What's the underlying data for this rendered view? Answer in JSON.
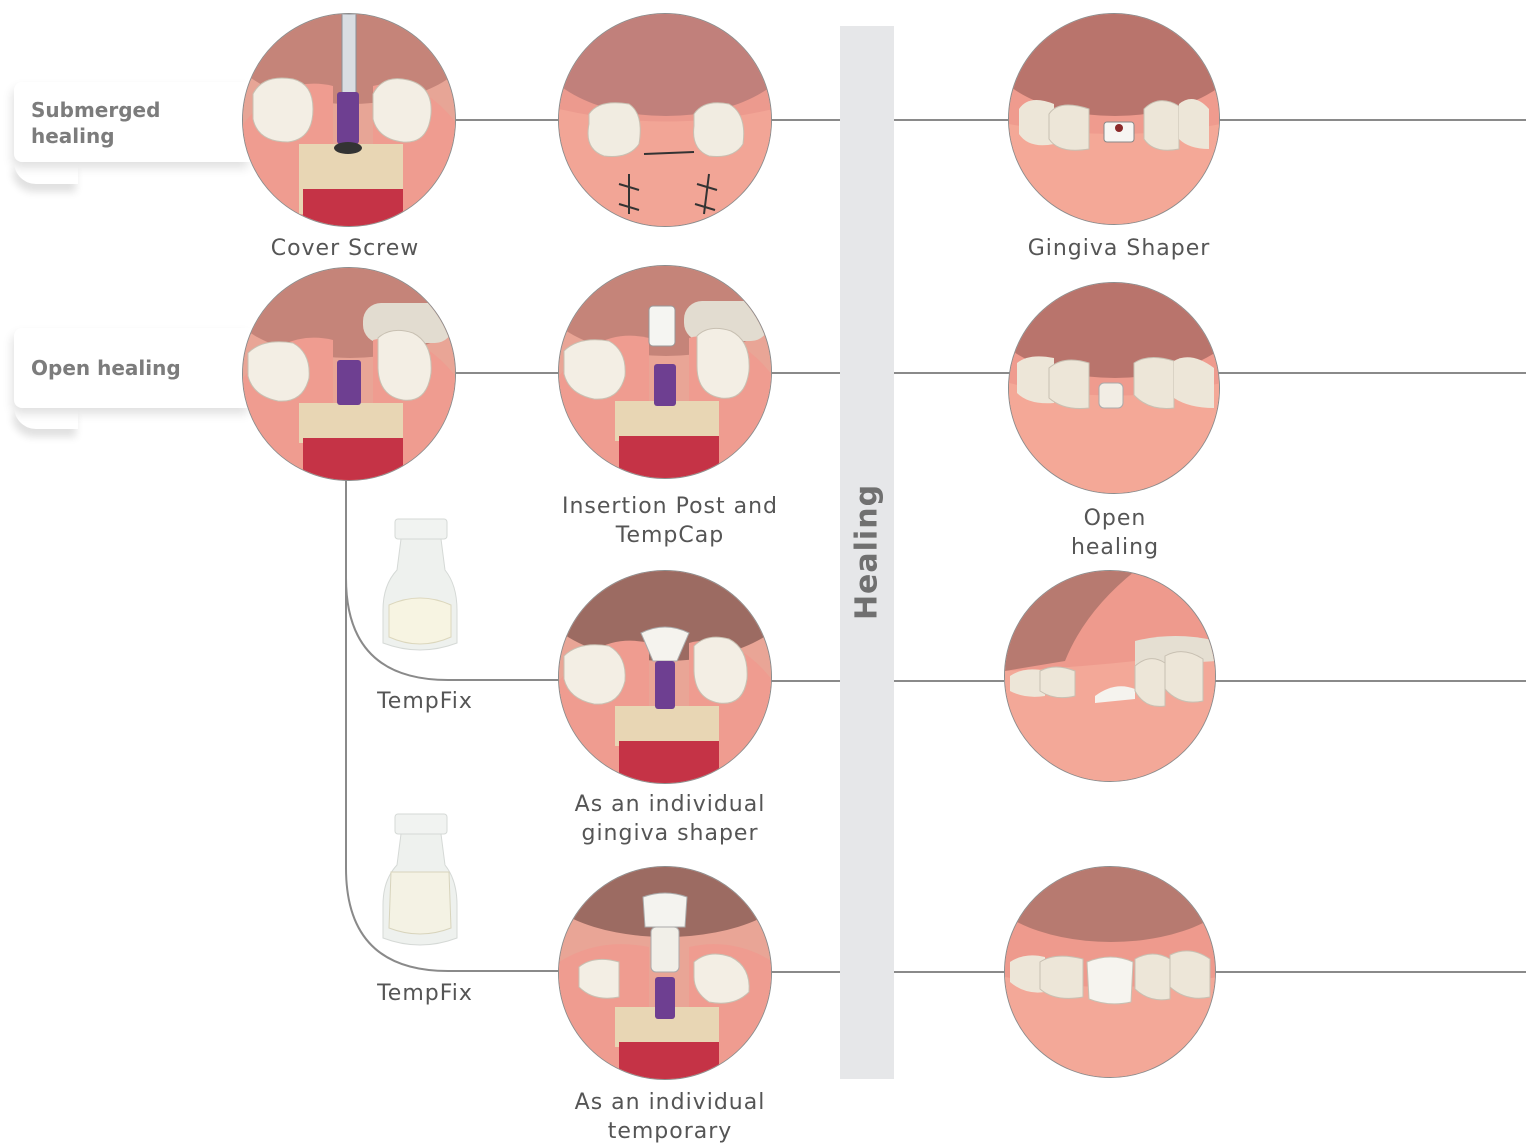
{
  "phases": {
    "submerged": "Submerged healing",
    "submerged_lines": [
      "Submerged",
      "healing"
    ],
    "open": "Open healing"
  },
  "healing_bar_label": "Healing",
  "captions": {
    "cover_screw": "Cover Screw",
    "gingiva_shaper": "Gingiva Shaper",
    "insertion_post": [
      "Insertion Post and",
      "TempCap"
    ],
    "open_healing": [
      "Open",
      "healing"
    ],
    "tempfix_1": "TempFix",
    "tempfix_2": "TempFix",
    "individual_shaper": [
      "As an individual",
      "gingiva shaper"
    ],
    "individual_temporary": [
      "As an individual",
      "temporary"
    ]
  },
  "colors": {
    "connector_line": "#8a8a8a",
    "healing_bar": "#e6e7e9",
    "gum": "#e9a89c",
    "implant": "#7a4a9a",
    "caption_text": "#555555"
  },
  "icons": {
    "cover_screw_illustration": "screwdriver-cover-screw",
    "sutured_closure": "sutures",
    "gingiva_shaper_illustration": "gingiva-shaper",
    "open_healing_implant": "implant-open",
    "insertion_post": "insertion-post-tempcap",
    "tempfix_product": "tempfix-cap"
  }
}
